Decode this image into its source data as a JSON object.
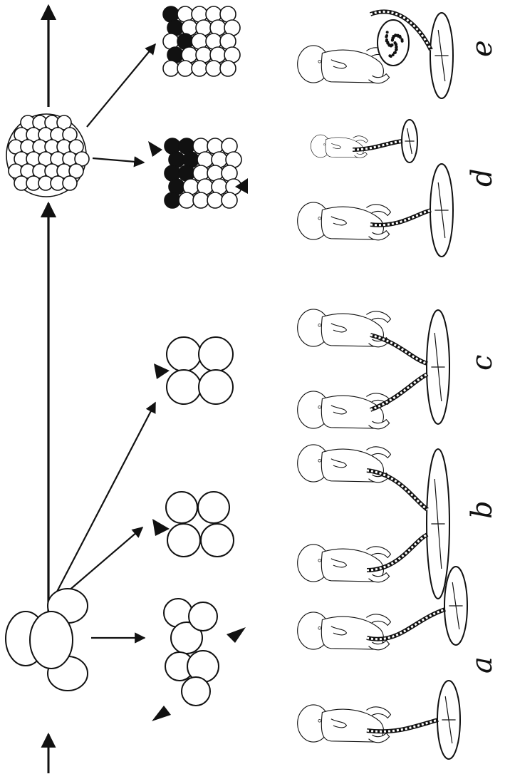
{
  "figure": {
    "panel_labels": [
      "a",
      "b",
      "c",
      "d",
      "e"
    ]
  }
}
